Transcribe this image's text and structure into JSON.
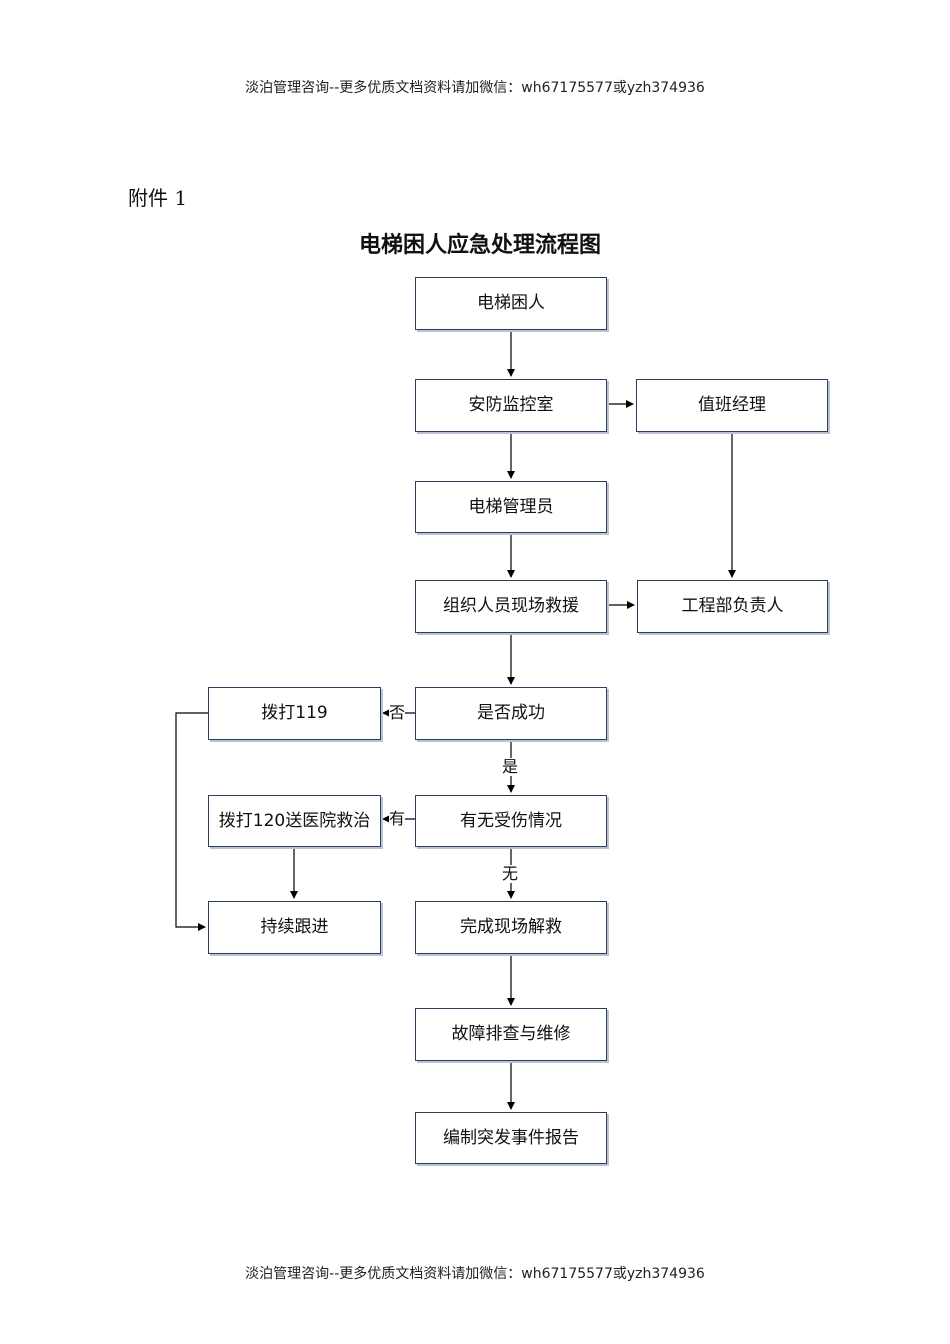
{
  "header": "淡泊管理咨询--更多优质文档资料请加微信：wh67175577或yzh374936",
  "footer": "淡泊管理咨询--更多优质文档资料请加微信：wh67175577或yzh374936",
  "attachment": "附件 1",
  "title": "电梯困人应急处理流程图",
  "nodes": {
    "trapped": "电梯困人",
    "security": "安防监控室",
    "duty_manager": "值班经理",
    "elevator_admin": "电梯管理员",
    "organize_rescue": "组织人员现场救援",
    "engineering_head": "工程部负责人",
    "success_check": "是否成功",
    "call_119": "拨打119",
    "injury_check": "有无受伤情况",
    "call_120": "拨打120送医院救治",
    "follow_up": "持续跟进",
    "complete_rescue": "完成现场解救",
    "troubleshoot": "故障排查与维修",
    "report": "编制突发事件报告"
  },
  "edge_labels": {
    "no": "否",
    "yes": "是",
    "has": "有",
    "none": "无"
  }
}
